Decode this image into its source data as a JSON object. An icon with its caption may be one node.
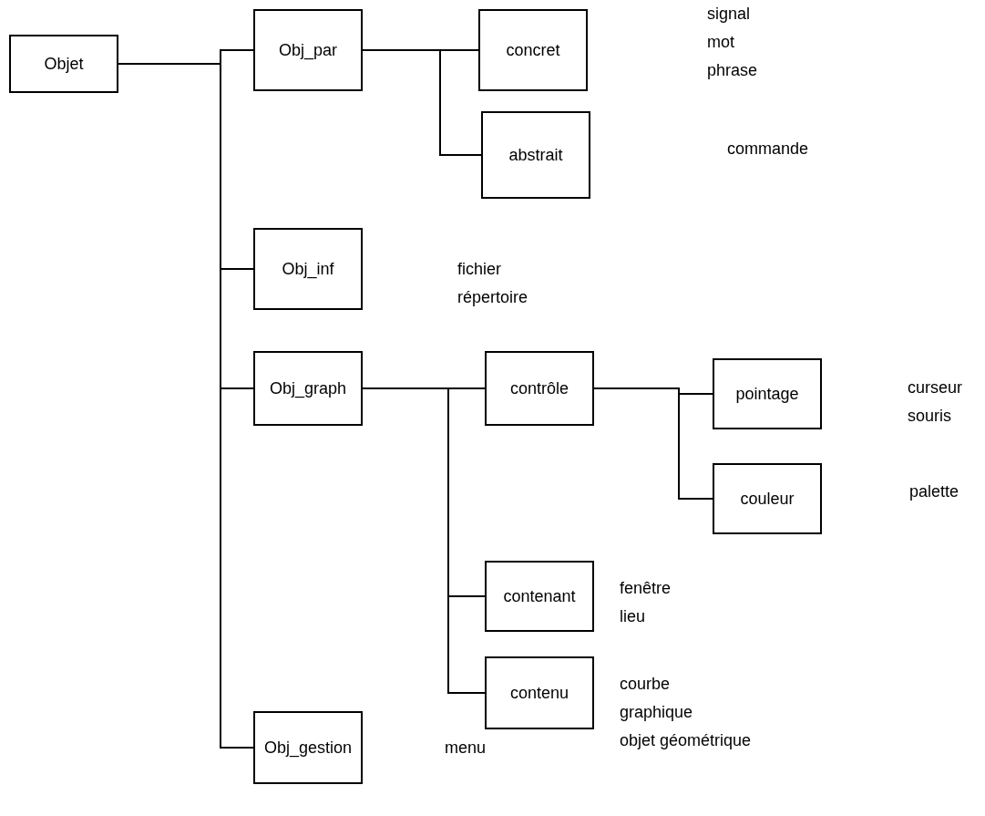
{
  "diagram": {
    "nodes": [
      {
        "text": [
          "Objet"
        ]
      },
      {
        "text": [
          "Obj_par"
        ]
      },
      {
        "text": [
          "concret"
        ],
        "beside": [
          "signal",
          "mot",
          "phrase"
        ]
      },
      {
        "text": [
          "abstrait"
        ]
      },
      {
        "text": [
          "Obj_inf"
        ],
        "beside": [
          "fichier",
          "répertoire"
        ]
      },
      {
        "text": [
          "Obj_graph"
        ]
      },
      {
        "text": [
          "contrôle"
        ]
      },
      {
        "text": [
          "pointage"
        ],
        "beside": [
          "curseur",
          "souris"
        ]
      },
      {
        "text": [
          "couleur"
        ]
      },
      {
        "text": [
          "contenant"
        ],
        "beside": [
          "fenêtre",
          "lieu"
        ]
      },
      {
        "text": [
          "contenu"
        ],
        "beside": [
          "courbe",
          "graphique",
          "objet géométrique"
        ]
      },
      {
        "text": [
          "Obj_gestion"
        ]
      }
    ],
    "labels": [
      "commande",
      "palette",
      "menu"
    ],
    "edges": [
      {
        "from": 0,
        "to": 1,
        "arrow": "none"
      },
      {
        "from": 0,
        "to": 4,
        "arrow": "none"
      },
      {
        "from": 0,
        "to": 5,
        "arrow": "none"
      },
      {
        "from": 0,
        "to": 11,
        "arrow": "none"
      },
      {
        "from": 1,
        "to": 2,
        "arrow": "none"
      },
      {
        "from": 1,
        "to": 3,
        "arrow": "none"
      },
      {
        "from": 5,
        "to": 6,
        "arrow": "none"
      },
      {
        "from": 5,
        "to": 9,
        "arrow": "none"
      },
      {
        "from": 5,
        "to": 10,
        "arrow": "none"
      },
      {
        "from": 6,
        "to": 7,
        "arrow": "none"
      },
      {
        "from": 6,
        "to": 8,
        "arrow": "none"
      }
    ]
  }
}
